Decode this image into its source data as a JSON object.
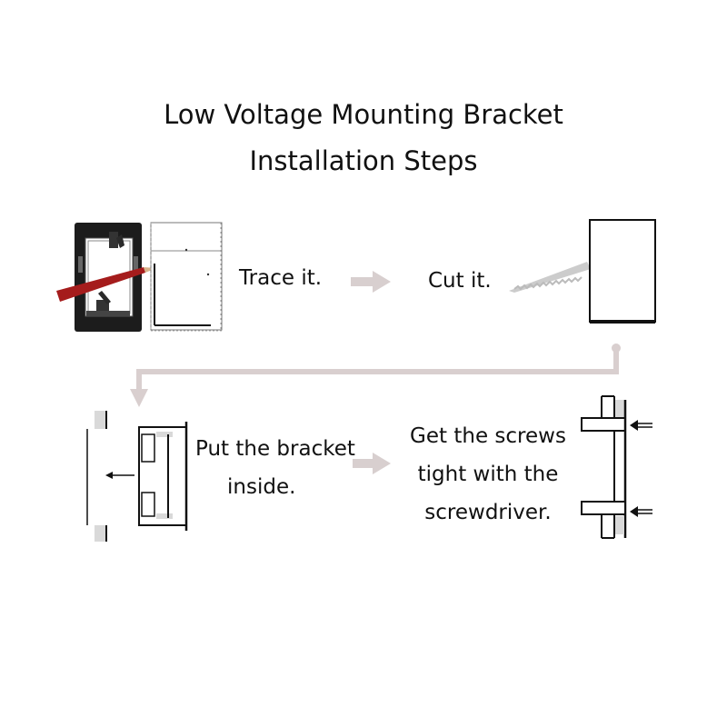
{
  "title": {
    "line1": "Low Voltage Mounting Bracket",
    "line2": "Installation Steps"
  },
  "steps": {
    "trace": "Trace it.",
    "cut": "Cut it.",
    "put_line1": "Put the bracket",
    "put_line2": "inside.",
    "tighten_line1": "Get the screws",
    "tighten_line2": "tight with the",
    "tighten_line3": "screwdriver."
  },
  "colors": {
    "arrow": "#d8cfcf",
    "connector": "#d9cfcf",
    "pencil": "#a51c1c",
    "saw": "#cccccc",
    "line": "#111111"
  },
  "icons": [
    "bracket-photo-icon",
    "pencil-icon",
    "wall-panel-icon",
    "arrow-right-icon",
    "saw-blade-icon",
    "cutout-hole-icon",
    "connector-arrow-icon",
    "insert-arrow-icon",
    "bracket-section-icon",
    "screw-arrow-icon"
  ]
}
